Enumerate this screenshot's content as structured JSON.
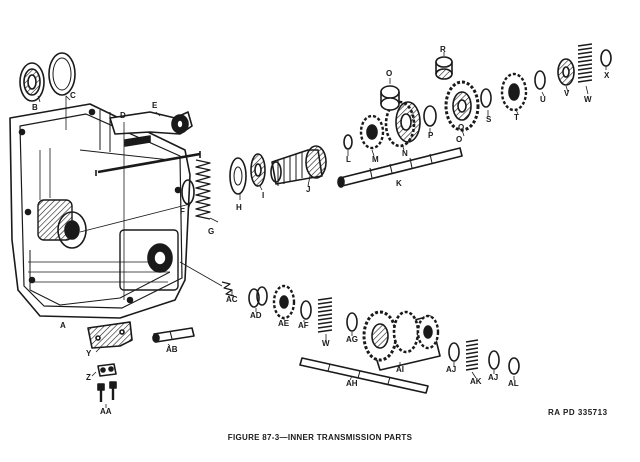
{
  "figure": {
    "caption": "FIGURE 87-3—INNER TRANSMISSION PARTS",
    "reference": "RA PD 335713"
  },
  "part_labels": {
    "A": "A",
    "B": "B",
    "C": "C",
    "D": "D",
    "E": "E",
    "F": "F",
    "G": "G",
    "H": "H",
    "I": "I",
    "J": "J",
    "K": "K",
    "L": "L",
    "M": "M",
    "N": "N",
    "O1": "O",
    "O2": "O",
    "P": "P",
    "Q": "Q",
    "R": "R",
    "S": "S",
    "T": "T",
    "U": "U",
    "V": "V",
    "W1": "W",
    "W2": "W",
    "X": "X",
    "Y": "Y",
    "Z": "Z",
    "AA": "AA",
    "AB": "AB",
    "AC": "AC",
    "AD": "AD",
    "AE": "AE",
    "AF": "AF",
    "AG": "AG",
    "AH": "AH",
    "AI": "AI",
    "AJ1": "AJ",
    "AJ2": "AJ",
    "AK": "AK",
    "AL": "AL"
  },
  "colors": {
    "ink": "#1a1a1a",
    "paper": "#ffffff"
  }
}
